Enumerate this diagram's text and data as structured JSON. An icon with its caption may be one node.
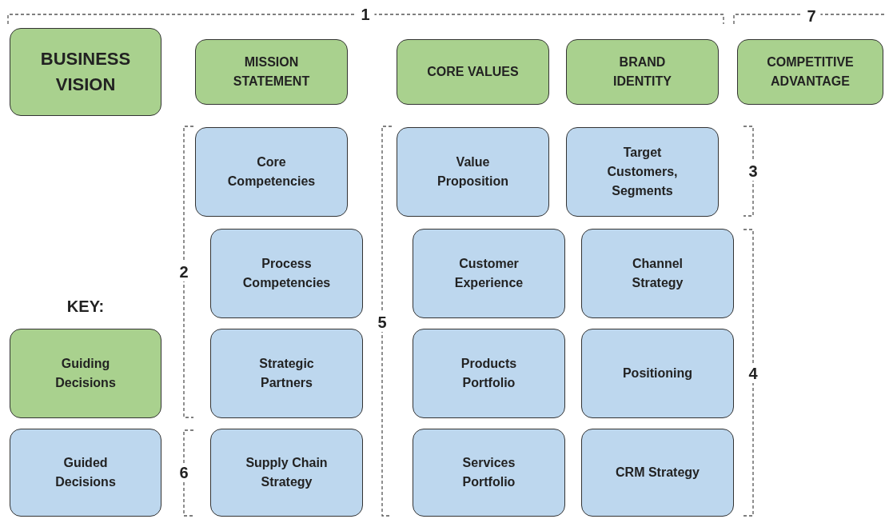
{
  "diagram": {
    "nodes": [
      {
        "text": [
          "BUSINESS VISION"
        ]
      },
      {
        "text": [
          "MISSION STATEMENT"
        ]
      },
      {
        "text": [
          "CORE VALUES"
        ]
      },
      {
        "text": [
          "BRAND IDENTITY"
        ]
      },
      {
        "text": [
          "COMPETITIVE ADVANTAGE"
        ]
      },
      {
        "text": [
          "Core Competencies"
        ]
      },
      {
        "text": [
          "Value Proposition"
        ]
      },
      {
        "text": [
          "Target Customers, Segments"
        ]
      },
      {
        "text": [
          "Process Competencies"
        ]
      },
      {
        "text": [
          "Customer Experience"
        ]
      },
      {
        "text": [
          "Channel Strategy"
        ]
      },
      {
        "text": [
          "Strategic Partners"
        ]
      },
      {
        "text": [
          "Products Portfolio"
        ]
      },
      {
        "text": [
          "Positioning"
        ]
      },
      {
        "text": [
          "Supply Chain Strategy"
        ]
      },
      {
        "text": [
          "Services Portfolio"
        ]
      },
      {
        "text": [
          "CRM Strategy"
        ]
      }
    ],
    "labels": [
      "1",
      "7",
      "3",
      "2",
      "KEY:",
      "5",
      "4",
      "6"
    ],
    "legend": [
      {
        "text": "Guiding Decisions",
        "color": "#a9d18e"
      },
      {
        "text": "Guided Decisions",
        "color": "#bdd7ee"
      }
    ]
  }
}
